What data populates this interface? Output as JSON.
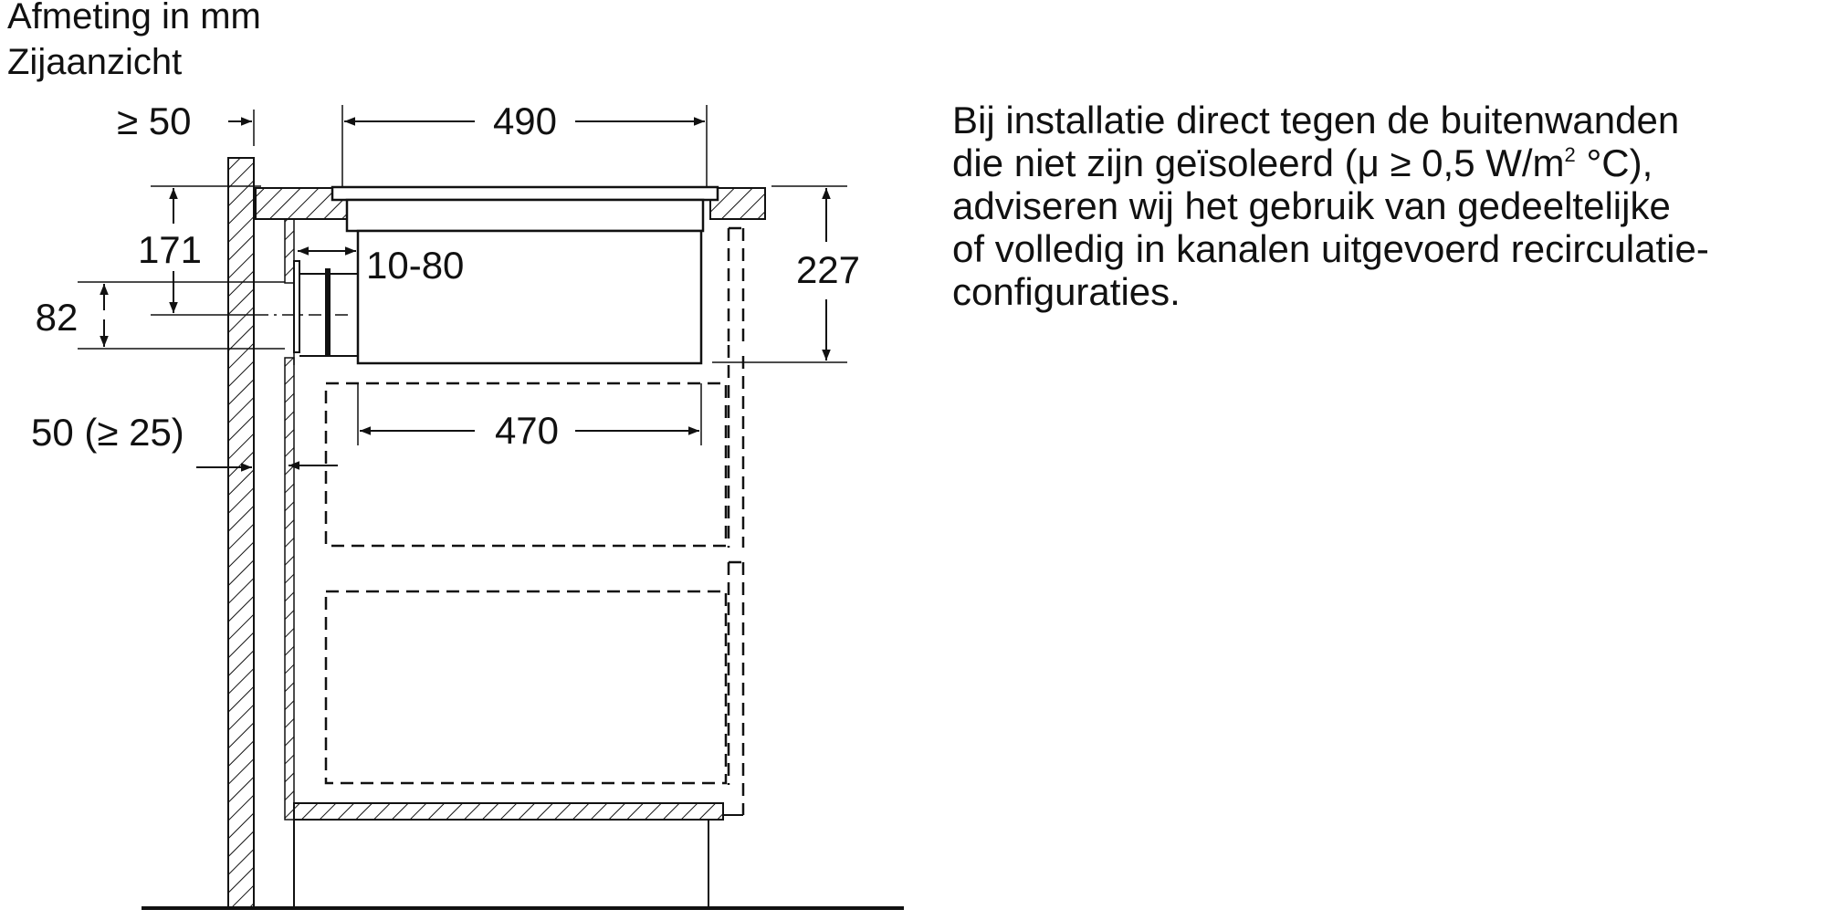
{
  "header": {
    "line1": "Afmeting in mm",
    "line2": "Zijaanzicht"
  },
  "dimensions": {
    "wall_clearance": "≥ 50",
    "width_top": "490",
    "height_171": "171",
    "range_10_80": "10-80",
    "height_227": "227",
    "height_82": "82",
    "gap_50_25": "50 (≥ 25)",
    "width_470": "470"
  },
  "note": {
    "line1": "Bij installatie direct tegen de buitenwanden",
    "line2_pre": "die niet zijn geïsoleerd (μ ≥ 0,5 W/m",
    "line2_sup": "2",
    "line2_post": " °C),",
    "line3": "adviseren wij het gebruik van gedeeltelijke",
    "line4": "of volledig in kanalen uitgevoerd recirculatie-",
    "line5": "configuraties."
  }
}
